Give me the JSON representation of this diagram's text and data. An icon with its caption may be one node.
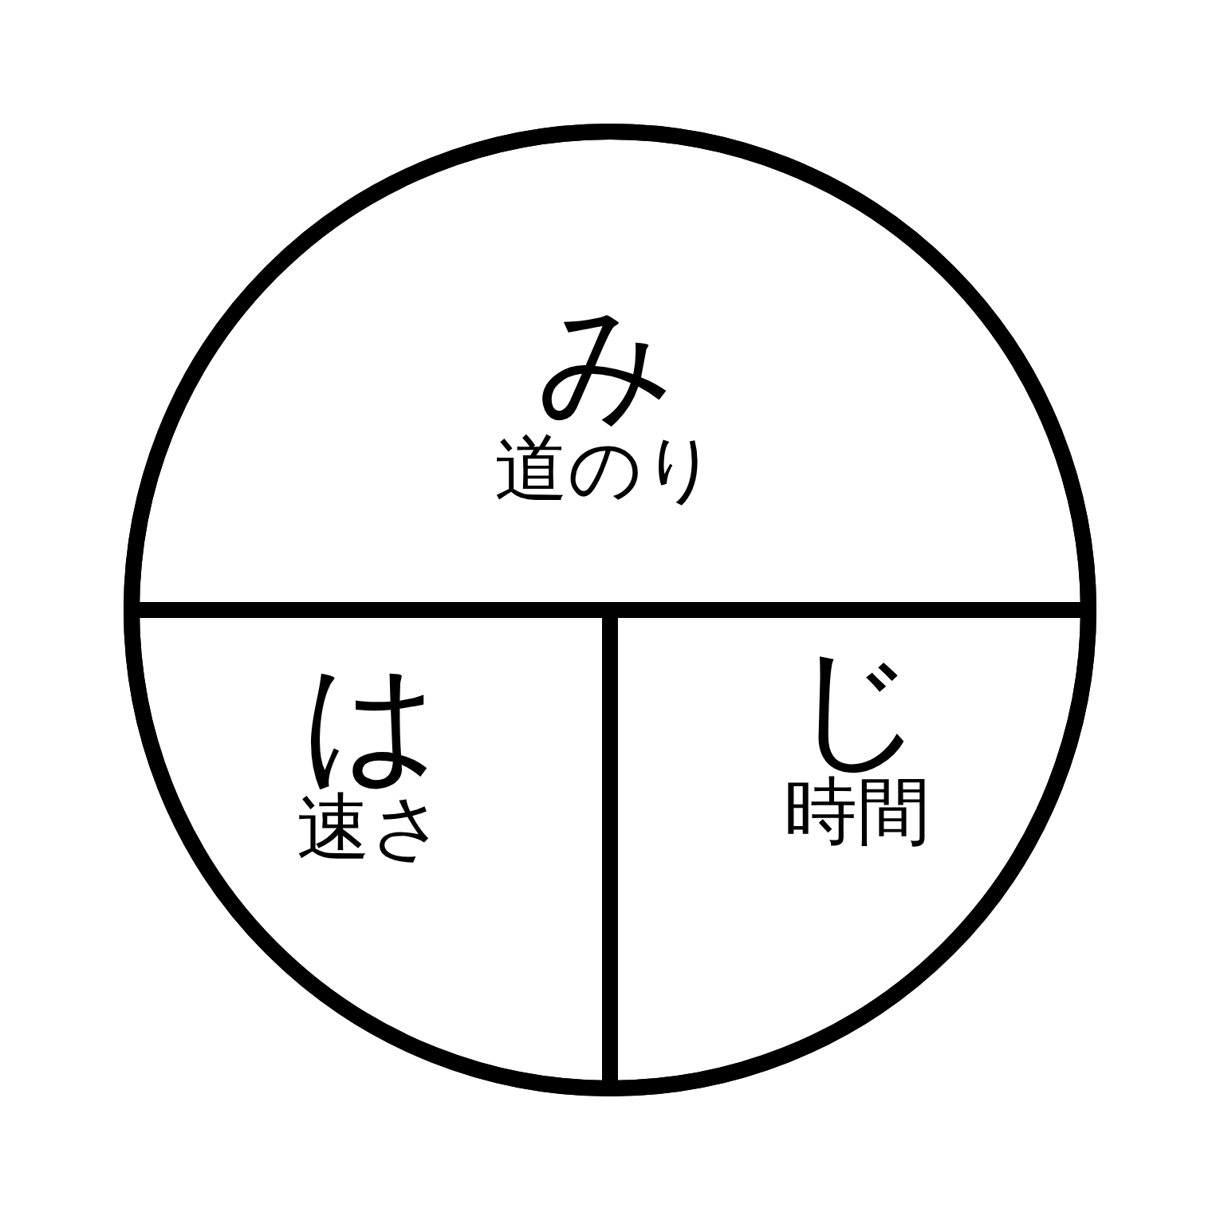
{
  "diagram": {
    "nodes": [
      {
        "text": [],
        "shape": "circle"
      },
      {
        "text": [
          "み",
          "道のり"
        ],
        "in": 0
      },
      {
        "text": [
          "は",
          "速さ"
        ],
        "in": 0
      },
      {
        "text": [
          "じ",
          "時間"
        ],
        "in": 0
      }
    ],
    "edges": []
  }
}
